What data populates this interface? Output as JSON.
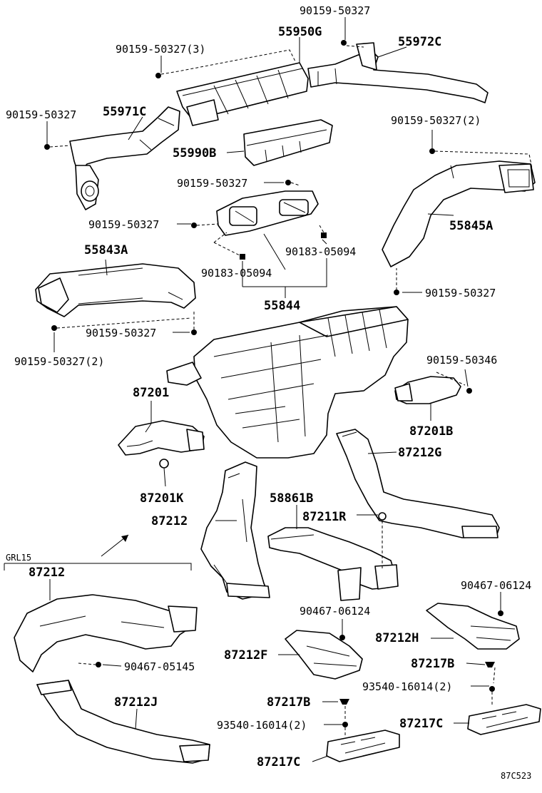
{
  "labels": {
    "l01": "90159-50327",
    "l02": "55950G",
    "l03": "90159-50327(3)",
    "l04": "55972C",
    "l05": "90159-50327",
    "l06": "55971C",
    "l07": "90159-50327(2)",
    "l08": "55990B",
    "l09": "90159-50327",
    "l10": "90159-50327",
    "l11": "55845A",
    "l12": "55843A",
    "l13": "90183-05094",
    "l14": "90183-05094",
    "l15": "90159-50327",
    "l16": "55844",
    "l17": "90159-50327",
    "l18": "90159-50327(2)",
    "l19": "90159-50346",
    "l20": "87201",
    "l21": "87201B",
    "l22": "87212G",
    "l23": "87201K",
    "l24": "58861B",
    "l25": "87211R",
    "l26": "87212",
    "l27": "GRL15",
    "l28": "87212",
    "l29": "90467-06124",
    "l30": "90467-06124",
    "l31": "87212H",
    "l32": "87212F",
    "l33": "87217B",
    "l34": "90467-05145",
    "l35": "93540-16014(2)",
    "l36": "87212J",
    "l37": "87217B",
    "l38": "93540-16014(2)",
    "l39": "87217C",
    "l40": "87217C",
    "l41": "87C523"
  }
}
